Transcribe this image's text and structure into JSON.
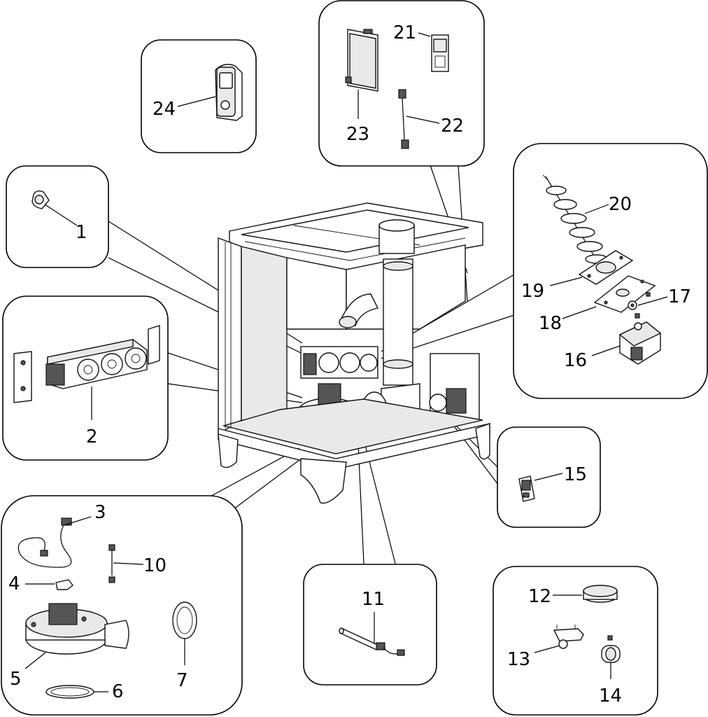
{
  "diagram": {
    "callouts": [
      {
        "id": "1",
        "label": "1"
      },
      {
        "id": "2",
        "label": "2"
      },
      {
        "id": "3",
        "label": "3"
      },
      {
        "id": "4",
        "label": "4"
      },
      {
        "id": "5",
        "label": "5"
      },
      {
        "id": "6",
        "label": "6"
      },
      {
        "id": "7",
        "label": "7"
      },
      {
        "id": "10",
        "label": "10"
      },
      {
        "id": "11",
        "label": "11"
      },
      {
        "id": "12",
        "label": "12"
      },
      {
        "id": "13",
        "label": "13"
      },
      {
        "id": "14",
        "label": "14"
      },
      {
        "id": "15",
        "label": "15"
      },
      {
        "id": "16",
        "label": "16"
      },
      {
        "id": "17",
        "label": "17"
      },
      {
        "id": "18",
        "label": "18"
      },
      {
        "id": "19",
        "label": "19"
      },
      {
        "id": "20",
        "label": "20"
      },
      {
        "id": "21",
        "label": "21"
      },
      {
        "id": "22",
        "label": "22"
      },
      {
        "id": "23",
        "label": "23"
      },
      {
        "id": "24",
        "label": "24"
      }
    ]
  }
}
